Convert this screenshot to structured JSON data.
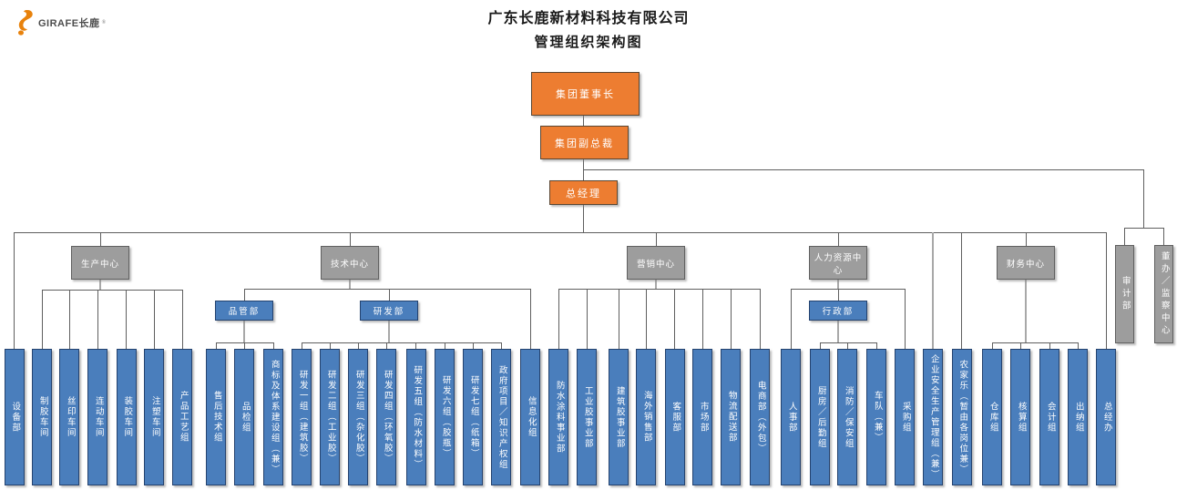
{
  "logo": {
    "brand": "GIRAFE长鹿",
    "reg": "®",
    "icon": "giraffe-icon",
    "color": "#E8820C"
  },
  "title": {
    "line1": "广东长鹿新材料科技有限公司",
    "line2": "管理组织架构图"
  },
  "colors": {
    "executive_box": "#ED7D31",
    "center_box": "#9D9D9D",
    "department_box": "#4A7EBC",
    "connector_line": "#5F5F5F",
    "text": "#FFFFFF"
  },
  "org": {
    "nodes": [
      {
        "id": "chairman",
        "label": "集团董事长",
        "kind": "exec",
        "parent": null
      },
      {
        "id": "vice-president",
        "label": "集团副总裁",
        "kind": "exec",
        "parent": "chairman"
      },
      {
        "id": "general-manager",
        "label": "总经理",
        "kind": "exec",
        "parent": "vice-president"
      },
      {
        "id": "audit-dept",
        "label": "审计部",
        "kind": "staff",
        "parent": "vice-president"
      },
      {
        "id": "board-office",
        "label": "董办／监察中心",
        "kind": "staff",
        "parent": "vice-president"
      },
      {
        "id": "production-center",
        "label": "生产中心",
        "kind": "center",
        "parent": "general-manager"
      },
      {
        "id": "technology-center",
        "label": "技术中心",
        "kind": "center",
        "parent": "general-manager"
      },
      {
        "id": "marketing-center",
        "label": "营销中心",
        "kind": "center",
        "parent": "general-manager"
      },
      {
        "id": "hr-center",
        "label": "人力资源中心",
        "kind": "center",
        "parent": "general-manager"
      },
      {
        "id": "finance-center",
        "label": "财务中心",
        "kind": "center",
        "parent": "general-manager"
      },
      {
        "id": "quality-dept",
        "label": "品管部",
        "kind": "dept",
        "parent": "technology-center"
      },
      {
        "id": "rd-dept",
        "label": "研发部",
        "kind": "dept",
        "parent": "technology-center"
      },
      {
        "id": "admin-dept",
        "label": "行政部",
        "kind": "dept",
        "parent": "hr-center"
      },
      {
        "id": "equipment-dept",
        "label": "设备部",
        "kind": "unit",
        "parent": "general-manager"
      },
      {
        "id": "glue-making-workshop",
        "label": "制胶车间",
        "kind": "unit",
        "parent": "production-center"
      },
      {
        "id": "screen-printing-workshop",
        "label": "丝印车间",
        "kind": "unit",
        "parent": "production-center"
      },
      {
        "id": "linkage-workshop",
        "label": "连动车间",
        "kind": "unit",
        "parent": "production-center"
      },
      {
        "id": "glue-assembly-workshop",
        "label": "装胶车间",
        "kind": "unit",
        "parent": "production-center"
      },
      {
        "id": "injection-molding-workshop",
        "label": "注塑车间",
        "kind": "unit",
        "parent": "production-center"
      },
      {
        "id": "product-process-group",
        "label": "产品工艺组",
        "kind": "unit",
        "parent": "production-center"
      },
      {
        "id": "after-sales-tech-group",
        "label": "售后技术组",
        "kind": "unit",
        "parent": "quality-dept"
      },
      {
        "id": "quality-inspection-group",
        "label": "品检组",
        "kind": "unit",
        "parent": "quality-dept"
      },
      {
        "id": "trademark-system-group",
        "label": "商标及体系建设组（兼）",
        "kind": "unit",
        "parent": "quality-dept"
      },
      {
        "id": "rd-group-1",
        "label": "研发一组（建筑胶）",
        "kind": "unit",
        "parent": "rd-dept"
      },
      {
        "id": "rd-group-2",
        "label": "研发二组（工业胶）",
        "kind": "unit",
        "parent": "rd-dept"
      },
      {
        "id": "rd-group-3",
        "label": "研发三组（杂化胶）",
        "kind": "unit",
        "parent": "rd-dept"
      },
      {
        "id": "rd-group-4",
        "label": "研发四组（环氧胶）",
        "kind": "unit",
        "parent": "rd-dept"
      },
      {
        "id": "rd-group-5",
        "label": "研发五组（防水材料）",
        "kind": "unit",
        "parent": "rd-dept"
      },
      {
        "id": "rd-group-6",
        "label": "研发六组（胶瓶）",
        "kind": "unit",
        "parent": "rd-dept"
      },
      {
        "id": "rd-group-7",
        "label": "研发七组（纸箱）",
        "kind": "unit",
        "parent": "rd-dept"
      },
      {
        "id": "gov-project-ip-group",
        "label": "政府项目／知识产权组",
        "kind": "unit",
        "parent": "rd-dept"
      },
      {
        "id": "informatization-group",
        "label": "信息化组",
        "kind": "unit",
        "parent": "technology-center"
      },
      {
        "id": "waterproof-coating-division",
        "label": "防水涂料事业部",
        "kind": "unit",
        "parent": "marketing-center"
      },
      {
        "id": "industrial-adhesive-division",
        "label": "工业胶事业部",
        "kind": "unit",
        "parent": "marketing-center"
      },
      {
        "id": "construction-adhesive-division",
        "label": "建筑胶事业部",
        "kind": "unit",
        "parent": "marketing-center"
      },
      {
        "id": "overseas-sales-dept",
        "label": "海外销售部",
        "kind": "unit",
        "parent": "marketing-center"
      },
      {
        "id": "customer-service-dept",
        "label": "客服部",
        "kind": "unit",
        "parent": "marketing-center"
      },
      {
        "id": "market-dept",
        "label": "市场部",
        "kind": "unit",
        "parent": "marketing-center"
      },
      {
        "id": "logistics-dept",
        "label": "物流配送部",
        "kind": "unit",
        "parent": "marketing-center"
      },
      {
        "id": "ecommerce-dept",
        "label": "电商部（外包）",
        "kind": "unit",
        "parent": "marketing-center"
      },
      {
        "id": "personnel-dept",
        "label": "人事部",
        "kind": "unit",
        "parent": "hr-center"
      },
      {
        "id": "kitchen-logistics-group",
        "label": "厨房／后勤组",
        "kind": "unit",
        "parent": "admin-dept"
      },
      {
        "id": "fire-security-group",
        "label": "消防／保安组",
        "kind": "unit",
        "parent": "admin-dept"
      },
      {
        "id": "fleet",
        "label": "车队（兼）",
        "kind": "unit",
        "parent": "admin-dept"
      },
      {
        "id": "procurement-group",
        "label": "采购组",
        "kind": "unit",
        "parent": "hr-center"
      },
      {
        "id": "safety-management-group",
        "label": "企业安全生产管理组（兼）",
        "kind": "unit",
        "parent": "general-manager"
      },
      {
        "id": "farmstay",
        "label": "农家乐（暂由各岗位兼）",
        "kind": "unit",
        "parent": "general-manager"
      },
      {
        "id": "warehouse-group",
        "label": "仓库组",
        "kind": "unit",
        "parent": "finance-center"
      },
      {
        "id": "accounting-group",
        "label": "核算组",
        "kind": "unit",
        "parent": "finance-center"
      },
      {
        "id": "bookkeeping-group",
        "label": "会计组",
        "kind": "unit",
        "parent": "finance-center"
      },
      {
        "id": "cashier-group",
        "label": "出纳组",
        "kind": "unit",
        "parent": "finance-center"
      },
      {
        "id": "gm-office",
        "label": "总经办",
        "kind": "unit",
        "parent": "general-manager"
      }
    ]
  }
}
